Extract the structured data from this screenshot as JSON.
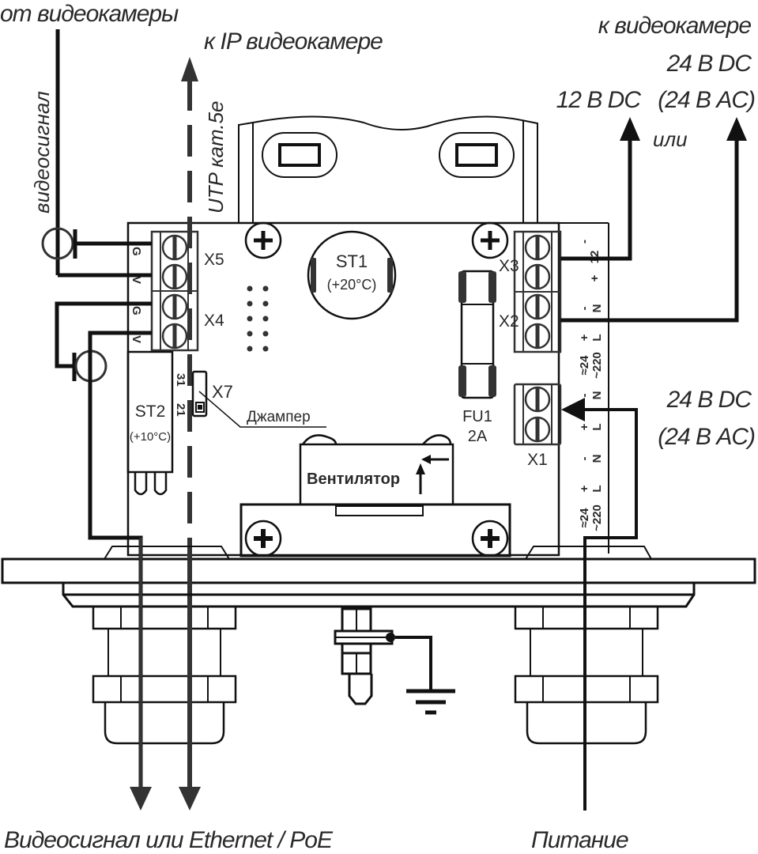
{
  "title": "Схема подключения термокожуха",
  "labels": {
    "from_camera": "от видеокамеры",
    "to_ip_camera": "к IP видеокамере",
    "to_camera": "к видеокамере",
    "v12dc": "12 В DC",
    "v24dc_top": "24 В DC",
    "v24ac_top": "(24 В AC)",
    "or": "или",
    "videosignal": "видеосигнал",
    "utp": "UTP кат.5е",
    "v24dc_in": "24 В DC",
    "v24ac_in": "(24 В AC)",
    "bottom_left": "Видеосигнал или Ethernet / PoE",
    "bottom_right": "Питание"
  },
  "components": {
    "x5": "X5",
    "x4": "X4",
    "x3": "X3",
    "x2": "X2",
    "x1": "X1",
    "x7": "X7",
    "st1": "ST1",
    "st1_temp": "(+20°C)",
    "st2": "ST2",
    "st2_temp": "(+10°C)",
    "fu1": "FU1",
    "fu1_rating": "2A",
    "fan": "Вентилятор",
    "jumper": "Джампер",
    "jumper_pin31": "31",
    "jumper_pin21": "21"
  },
  "pins": {
    "x5_x4": [
      "G",
      "V",
      "G",
      "V"
    ],
    "x3_12": "12",
    "x3_minus": "-",
    "x3_plus": "+",
    "x2_minus": "-",
    "x2_n": "N",
    "x2_plus": "+",
    "x2_l": "L",
    "x2_v24": "≈24",
    "x2_v220": "~220",
    "x1_minus": "-",
    "x1_n": "N",
    "x1_plus": "+",
    "x1_l": "L",
    "x1b_minus": "-",
    "x1b_n": "N",
    "x1b_plus": "+",
    "x1b_l": "L",
    "x1_v24": "≈24",
    "x1_v220": "~220"
  }
}
